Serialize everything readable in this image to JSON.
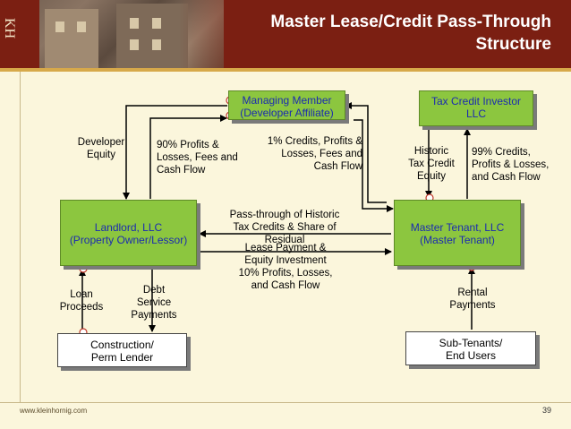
{
  "header": {
    "title_line1": "Master Lease/Credit Pass-Through",
    "title_line2": "Structure",
    "logo_glyph": "KH"
  },
  "boxes": {
    "managing_member": {
      "line1": "Managing Member",
      "line2": "(Developer Affiliate)"
    },
    "tax_credit_investor": {
      "line1": "Tax Credit Investor",
      "line2": "LLC"
    },
    "landlord": {
      "line1": "Landlord, LLC",
      "line2": "(Property Owner/Lessor)"
    },
    "master_tenant": {
      "line1": "Master Tenant, LLC",
      "line2": "(Master Tenant)"
    },
    "construction_lender": {
      "line1": "Construction/",
      "line2": "Perm Lender"
    },
    "sub_tenants": {
      "line1": "Sub-Tenants/",
      "line2": "End Users"
    }
  },
  "labels": {
    "developer_equity": [
      "Developer",
      "Equity"
    ],
    "profits_90": [
      "90% Profits &",
      "Losses, Fees and",
      "Cash Flow"
    ],
    "credits_1": [
      "1% Credits, Profits &",
      "Losses, Fees and",
      "Cash Flow"
    ],
    "historic_equity": [
      "Historic",
      "Tax Credit",
      "Equity"
    ],
    "credits_99": [
      "99% Credits,",
      "Profits & Losses,",
      "and Cash Flow"
    ],
    "pass_through": [
      "Pass-through of Historic",
      "Tax Credits & Share of",
      "Residual"
    ],
    "lease_payment": [
      "Lease Payment &",
      "Equity Investment",
      "10% Profits, Losses,",
      "and Cash Flow"
    ],
    "loan_proceeds": [
      "Loan",
      "Proceeds"
    ],
    "debt_service": [
      "Debt",
      "Service",
      "Payments"
    ],
    "rental_payments": [
      "Rental",
      "Payments"
    ]
  },
  "footer": {
    "url": "www.kleinhornig.com",
    "page": "39"
  },
  "colors": {
    "header": "#7b1f12",
    "green_box": "#8cc63f",
    "box_text": "#1b2bb0",
    "background": "#fbf6dc"
  }
}
